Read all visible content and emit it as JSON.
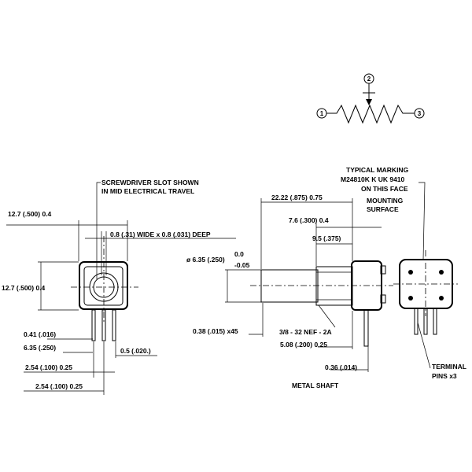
{
  "schematic": {
    "pins": [
      "1",
      "2",
      "3"
    ]
  },
  "front_view": {
    "screwdriver_note_line1": "SCREWDRIVER SLOT SHOWN",
    "screwdriver_note_line2": "IN MID ELECTRICAL TRAVEL",
    "width_dim": "12.7 (.500)  0.4",
    "height_dim": "12.7 (.500)  0.4",
    "slot_dim": "0.8 (.31) WIDE x 0.8 (.031) DEEP",
    "pin_thickness": "0.41 (.016)",
    "pin_offset": "6.35 (.250)",
    "pin_width": "0.5 (.020.)",
    "pin_spacing_1": "2.54 (.100)  0.25",
    "pin_spacing_2": "2.54 (.100)  0.25"
  },
  "side_view": {
    "overall_length": "22.22 (.875)  0.75",
    "mount_to_end": "7.6 (.300)  0.4",
    "bushing_length": "9.5 (.375)",
    "mounting_surface_line1": "MOUNTING",
    "mounting_surface_line2": "SURFACE",
    "shaft_diameter": "ø 6.35 (.250)",
    "shaft_tol_plus": "0.0",
    "shaft_tol_minus": "-0.05",
    "chamfer": "0.38 (.015) x45",
    "thread": "3/8 - 32 NEF - 2A",
    "thread_length": "5.08 (.200)  0.25",
    "pin_width": "0.36 (.014)",
    "shaft_note": "METAL SHAFT"
  },
  "rear_view": {
    "marking_line1": "TYPICAL MARKING",
    "marking_line2": "M24810K K UK 9410",
    "marking_line3": "ON THIS FACE",
    "terminal_line1": "TERMINAL",
    "terminal_line2": "PINS x3"
  }
}
